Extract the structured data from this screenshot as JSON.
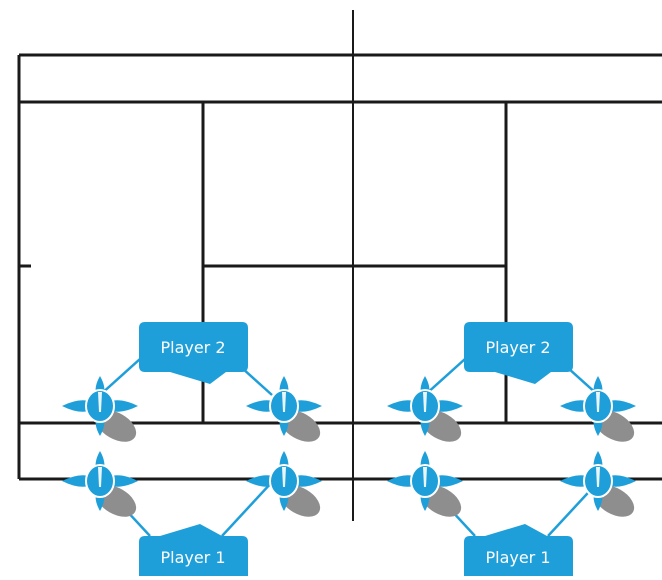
{
  "diagram": {
    "colors": {
      "court_lines": "#1a1a1a",
      "player": "#1f9fd9",
      "shadow": "#8e8e8e",
      "label_bg": "#1f9fd9",
      "label_text": "#ffffff",
      "background": "#ffffff"
    },
    "groups": [
      {
        "player2_label": "Player 2",
        "player1_label": "Player 1"
      },
      {
        "player2_label": "Player 2",
        "player1_label": "Player 1"
      }
    ]
  }
}
